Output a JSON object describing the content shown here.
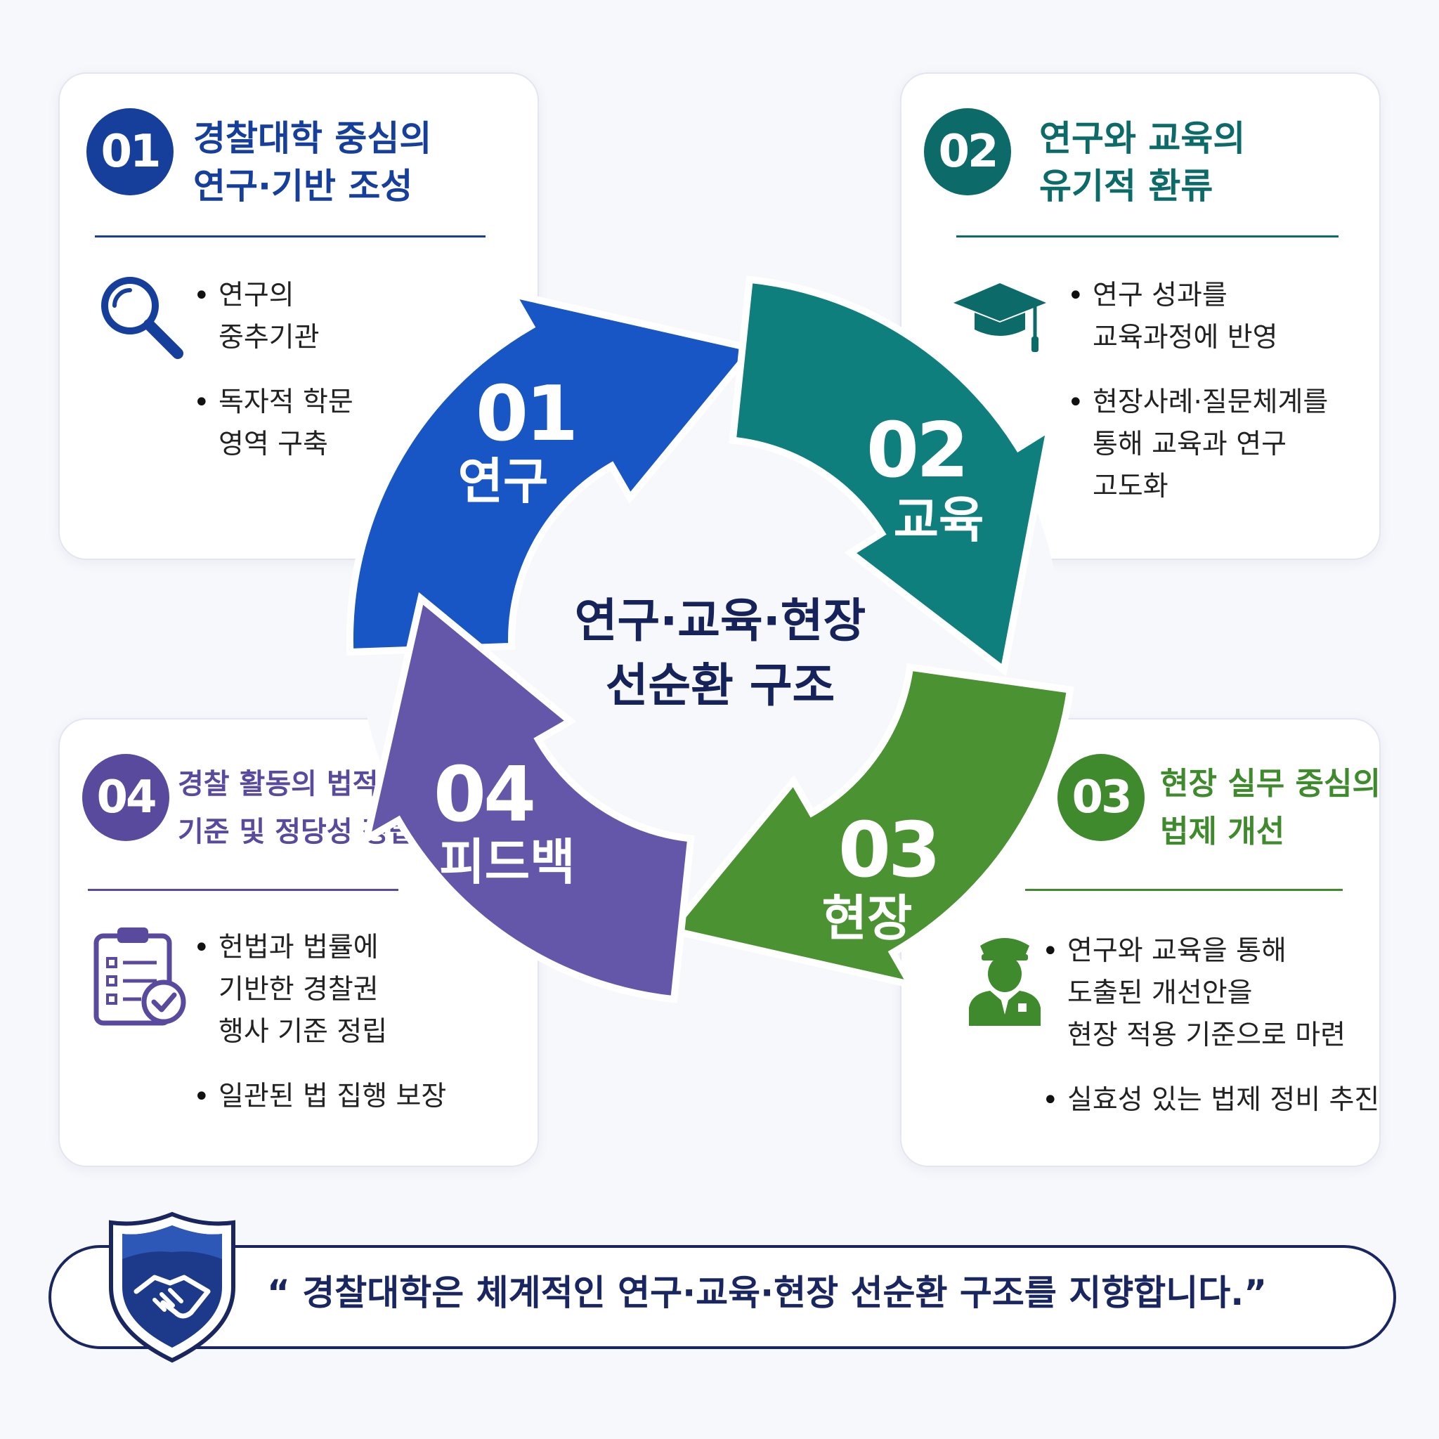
{
  "center_title": [
    "연구·교육·현장",
    "선순환 구조"
  ],
  "cycle": [
    {
      "num": "01",
      "label": "연구",
      "color": "#1756c4"
    },
    {
      "num": "02",
      "label": "교육",
      "color": "#0e7f7c"
    },
    {
      "num": "03",
      "label": "현장",
      "color": "#4a9232"
    },
    {
      "num": "04",
      "label": "피드백",
      "color": "#6457a9"
    }
  ],
  "cards": [
    {
      "num": "01",
      "title": [
        "경찰대학 중심의",
        "연구·기반 조성"
      ],
      "accent": "#163f9c",
      "icon": "magnifier-icon",
      "bullets": [
        [
          "연구의",
          "중추기관"
        ],
        [
          "독자적 학문",
          "영역 구축"
        ]
      ]
    },
    {
      "num": "02",
      "title": [
        "연구와 교육의",
        "유기적 환류"
      ],
      "accent": "#0c6b68",
      "icon": "graduation-cap-icon",
      "bullets": [
        [
          "연구 성과를",
          "교육과정에 반영"
        ],
        [
          "현장사례·질문체계를",
          "통해 교육과 연구",
          "고도화"
        ]
      ]
    },
    {
      "num": "03",
      "title": [
        "현장 실무 중심의",
        "법제 개선"
      ],
      "accent": "#3f8a2c",
      "icon": "police-officer-icon",
      "bullets": [
        [
          "연구와 교육을 통해",
          "도출된 개선안을",
          "현장 적용 기준으로 마련"
        ],
        [
          "실효성 있는 법제 정비 추진"
        ]
      ]
    },
    {
      "num": "04",
      "title": [
        "경찰 활동의 법적",
        "기준 및 정당성 정립"
      ],
      "accent": "#5a4a9e",
      "icon": "checklist-icon",
      "bullets": [
        [
          "헌법과 법률에",
          "기반한 경찰권",
          "행사 기준 정립"
        ],
        [
          "일관된 법 집행 보장"
        ]
      ]
    }
  ],
  "banner": {
    "text": "“ 경찰대학은 체계적인 연구·교육·현장 선순환 구조를 지향합니다.”",
    "icon": "shield-handshake-icon"
  }
}
